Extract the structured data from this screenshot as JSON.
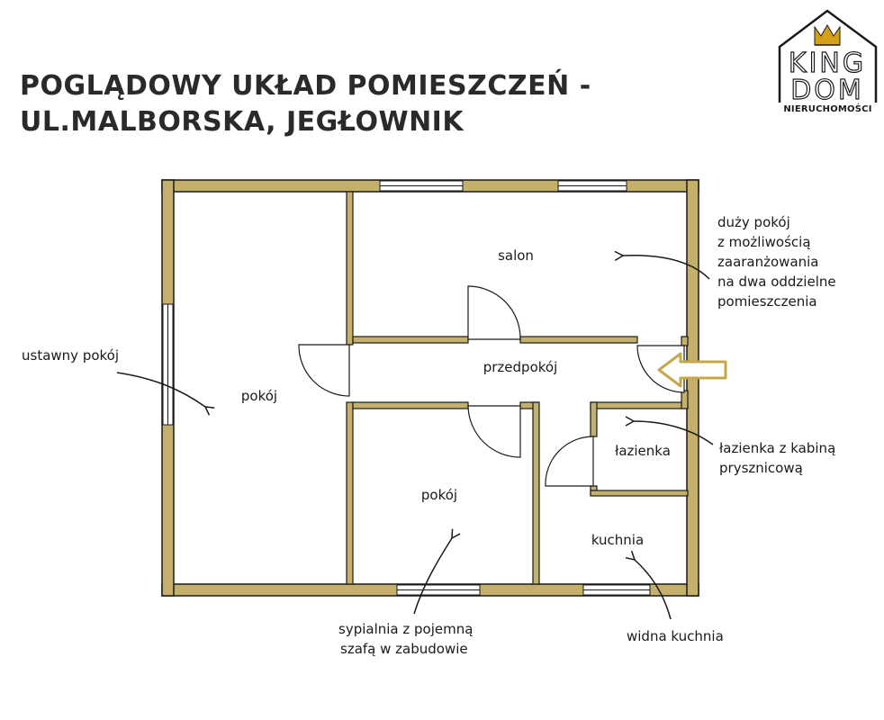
{
  "title": {
    "line1": "POGLĄDOWY UKŁAD POMIESZCZEŃ -",
    "line2": "UL.MALBORSKA, JEGŁOWNIK"
  },
  "logo": {
    "line1": "KING",
    "line2": "DOM",
    "tagline": "NIERUCHOMOŚCI",
    "crown_color": "#d4a017"
  },
  "colors": {
    "wall": "#c4b06a",
    "wall_outline": "#1a1a1a",
    "arrow_gold": "#c4a84a"
  },
  "rooms": {
    "salon": "salon",
    "hall": "przedpokój",
    "room_left": "pokój",
    "room_mid": "pokój",
    "bathroom": "łazienka",
    "kitchen": "kuchnia"
  },
  "notes": {
    "left": "ustawny pokój",
    "salon": [
      "duży pokój",
      "z możliwością",
      "zaaranżowania",
      "na dwa oddzielne",
      "pomieszczenia"
    ],
    "bathroom": [
      "łazienka z kabiną",
      "prysznicową"
    ],
    "bedroom": [
      "sypialnia z pojemną",
      "szafą w zabudowie"
    ],
    "kitchen": "widna kuchnia"
  }
}
